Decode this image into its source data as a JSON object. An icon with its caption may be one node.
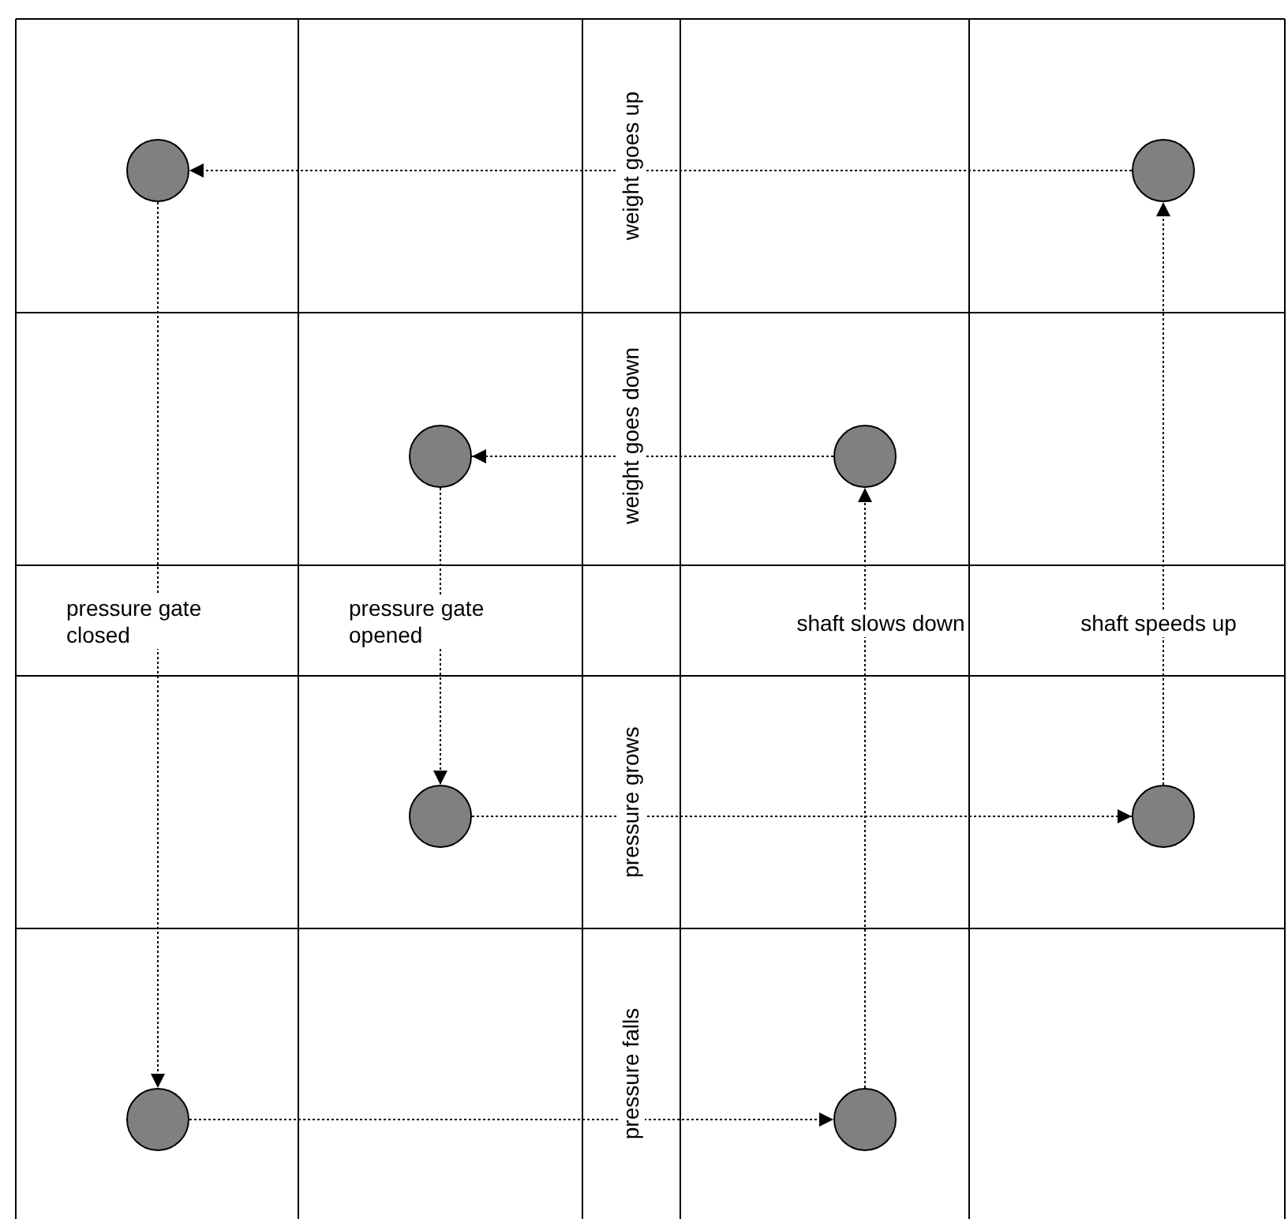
{
  "diagram": {
    "nodes": [
      {
        "text": [],
        "shape": "circle"
      },
      {
        "text": [],
        "shape": "circle"
      },
      {
        "text": [],
        "shape": "circle"
      },
      {
        "text": [],
        "shape": "circle"
      },
      {
        "text": [],
        "shape": "circle"
      },
      {
        "text": [],
        "shape": "circle"
      },
      {
        "text": [],
        "shape": "circle"
      },
      {
        "text": [],
        "shape": "circle"
      }
    ],
    "edges": [
      {
        "from": 1,
        "to": 0,
        "arrow": "to"
      },
      {
        "from": 0,
        "to": 6,
        "arrow": "to"
      },
      {
        "from": 6,
        "to": 7,
        "arrow": "to"
      },
      {
        "from": 7,
        "to": 3,
        "arrow": "to"
      },
      {
        "from": 3,
        "to": 2,
        "arrow": "to"
      },
      {
        "from": 2,
        "to": 4,
        "arrow": "to"
      },
      {
        "from": 4,
        "to": 5,
        "arrow": "to"
      },
      {
        "from": 5,
        "to": 1,
        "arrow": "to"
      }
    ],
    "labels": [
      "weight goes up",
      "weight goes down",
      "pressure gate closed",
      "pressure gate opened",
      "shaft slows down",
      "shaft speeds up",
      "pressure grows",
      "pressure falls"
    ]
  }
}
